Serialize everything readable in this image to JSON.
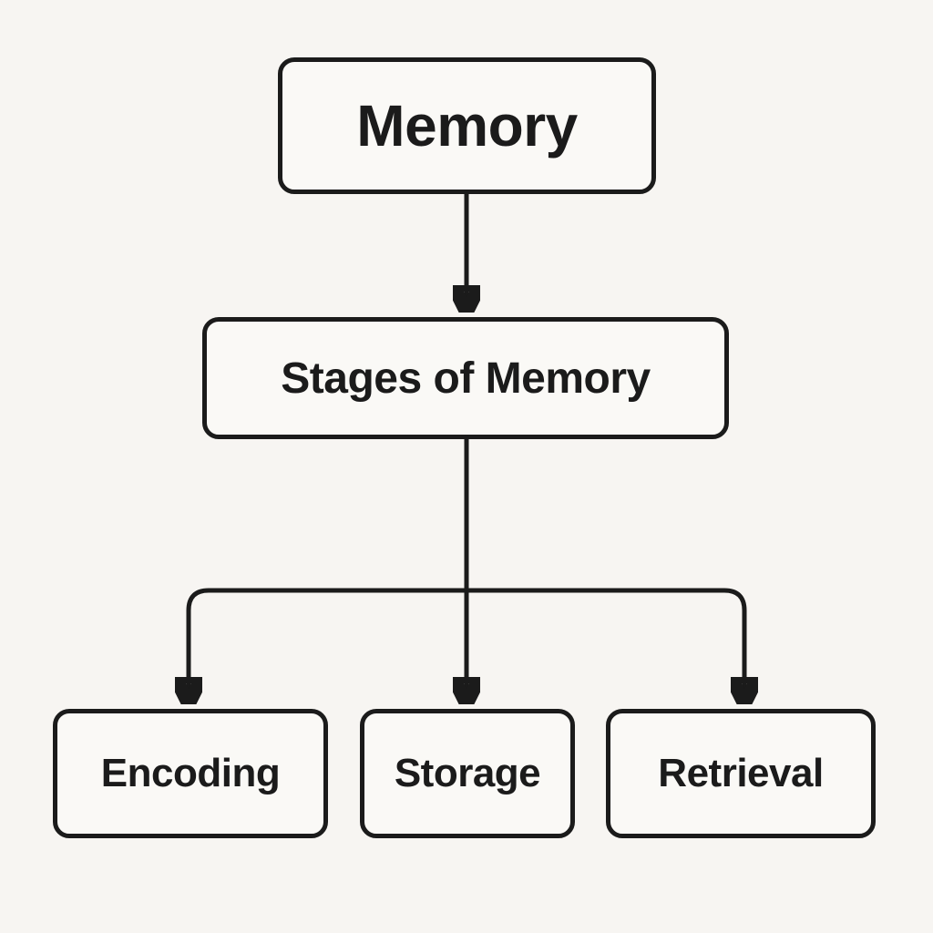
{
  "diagram": {
    "colors": {
      "bg": "#f7f5f2",
      "line": "#1b1b1b",
      "nodeBg": "#faf9f6",
      "text": "#1b1b1b"
    },
    "nodes": {
      "memory": {
        "label": "Memory"
      },
      "stages": {
        "label": "Stages of Memory"
      },
      "encoding": {
        "label": "Encoding"
      },
      "storage": {
        "label": "Storage"
      },
      "retrieval": {
        "label": "Retrieval"
      }
    },
    "edges": [
      {
        "from": "memory",
        "to": "stages"
      },
      {
        "from": "stages",
        "to": "encoding"
      },
      {
        "from": "stages",
        "to": "storage"
      },
      {
        "from": "stages",
        "to": "retrieval"
      }
    ]
  }
}
